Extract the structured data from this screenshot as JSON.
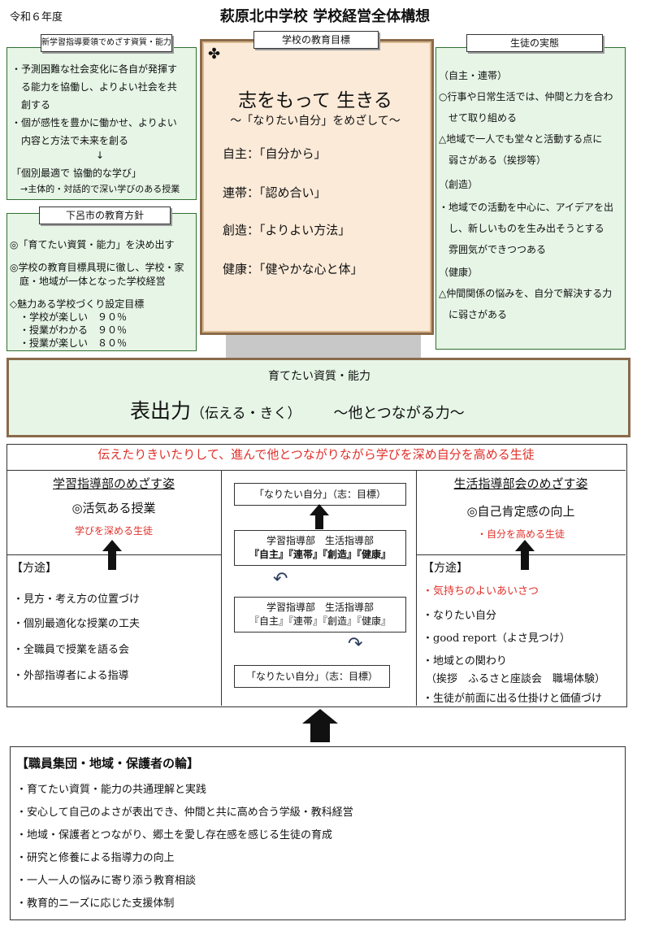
{
  "header": {
    "year": "令和６年度",
    "title": "萩原北中学校  学校経営全体構想"
  },
  "left_top": {
    "tag": "新学習指導要領でめざす資質・能力",
    "lines": [
      "・予測困難な社会変化に各自が発揮す",
      "　る能力を協働し、よりよい社会を共",
      "　創する",
      "・個が感性を豊かに働かせ、よりよい",
      "　内容と方法で未来を創る",
      "↓",
      "「個別最適で  協働的な学び」",
      "　→主体的・対話的で深い学びのある授業"
    ]
  },
  "left_bottom": {
    "tag": "下呂市の教育方針",
    "lines": [
      "◎「育てたい資質・能力」を決め出す",
      "◎学校の教育目標具現に徹し、学校・家",
      "　庭・地域が一体となった学校経営",
      "◇魅力ある学校づくり設定目標",
      "　・学校が楽しい　９０％",
      "　・授業がわかる　９０％",
      "　・授業が楽しい　８０％"
    ]
  },
  "center": {
    "tag": "学校の教育目標",
    "main": "志をもって 生きる",
    "sub": "～「なりたい自分」をめざして～",
    "items": [
      "自主：「自分から」",
      "連帯：「認め合い」",
      "創造：「よりよい方法」",
      "健康：「健やかな心と体」"
    ]
  },
  "right_top": {
    "tag": "生徒の実態",
    "lines": [
      "（自主・連帯）",
      "○行事や日常生活では、仲間と力を合わ",
      "　せて取り組める",
      "△地域で一人でも堂々と活動する点に",
      "　弱さがある（挨拶等）",
      "（創造）",
      "・地域での活動を中心に、アイデアを出",
      "　し、新しいものを生み出そうとする",
      "　雰囲気ができつつある",
      "（健康）",
      "△仲間関係の悩みを、自分で解決する力",
      "　に弱さがある"
    ]
  },
  "ability": {
    "label": "育てたい資質・能力",
    "main": "表出力",
    "paren": "（伝える・きく）",
    "sub": "～他とつながる力～"
  },
  "vision": "伝えたりきいたりして、進んで他とつながりながら学びを深め自分を高める生徒",
  "study": {
    "title": "学習指導部のめざす姿",
    "aim": "◎活気ある授業",
    "aim_sub": "学びを深める生徒",
    "means_label": "【方途】",
    "items": [
      "・見方・考え方の位置づけ",
      "・個別最適化な授業の工夫",
      "・全職員で授業を語る会",
      "・外部指導者による指導"
    ]
  },
  "flow": {
    "goal_top": "「なりたい自分」（志：目標）",
    "dept1_a": "学習指導部　生活指導部",
    "dept1_b": "『自主』『連帯』『創造』『健康』",
    "dept2_a": "学習指導部　生活指導部",
    "dept2_b": "『自主』『連帯』『創造』『健康』",
    "goal_bottom": "「なりたい自分」（志：目標）"
  },
  "life": {
    "title": "生活指導部会のめざす姿",
    "aim": "◎自己肯定感の向上",
    "aim_sub": "・自分を高める生徒",
    "means_label": "【方途】",
    "items": [
      "・気持ちのよいあいさつ",
      "・なりたい自分",
      "・good report（よさ見つけ）",
      "・地域との関わり",
      "（挨拶　ふるさと座談会　職場体験）",
      "・生徒が前面に出る仕掛けと価値づけ"
    ]
  },
  "staff": {
    "title": "【職員集団・地域・保護者の輪】",
    "items": [
      "・育てたい資質・能力の共通理解と実践",
      "・安心して自己のよさが表出でき、仲間と共に高め合う学級・教科経営",
      "・地域・保護者とつながり、郷土を愛し存在感を感じる生徒の育成",
      "・研究と修養による指導力の向上",
      "・一人一人の悩みに寄り添う教育相談",
      "・教育的ニーズに応じた支援体制"
    ]
  },
  "colors": {
    "green": "#e6f5e6",
    "beige": "#fbead8",
    "red": "#e0302a"
  }
}
